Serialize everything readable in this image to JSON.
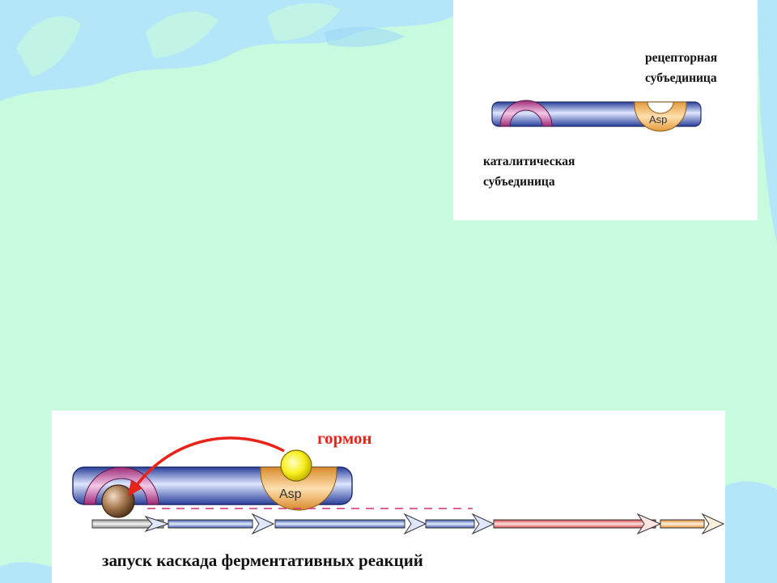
{
  "top_diagram": {
    "receptor_subunit_line1": "рецепторная",
    "receptor_subunit_line2": "субъединица",
    "catalytic_subunit_line1": "каталитическая",
    "catalytic_subunit_line2": "субъединица",
    "site_label": "Asp"
  },
  "bottom_diagram": {
    "hormone_label": "гормон",
    "site_label": "Asp",
    "caption": "запуск каскада ферментативных реакций"
  },
  "colors": {
    "background": "#c8fae0",
    "background_shapes": "#a8ddf8",
    "hormone_arrow": "#e8241a",
    "hormone_ball": "#f8f020",
    "receptor_site": "#f8c070",
    "catalytic_site": "#c04a9a"
  },
  "icons": [
    "hormone-ball-icon",
    "substrate-ball-icon",
    "cascade-arrow-icon"
  ]
}
